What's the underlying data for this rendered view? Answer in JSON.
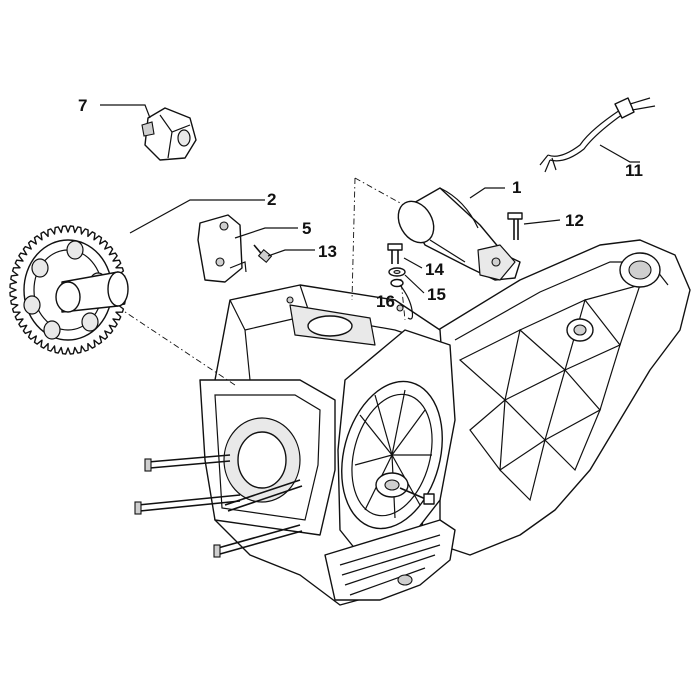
{
  "callouts": {
    "c1": "1",
    "c2": "2",
    "c5": "5",
    "c7": "7",
    "c11": "11",
    "c12": "12",
    "c13": "13",
    "c14": "14",
    "c15": "15",
    "c16": "16"
  }
}
